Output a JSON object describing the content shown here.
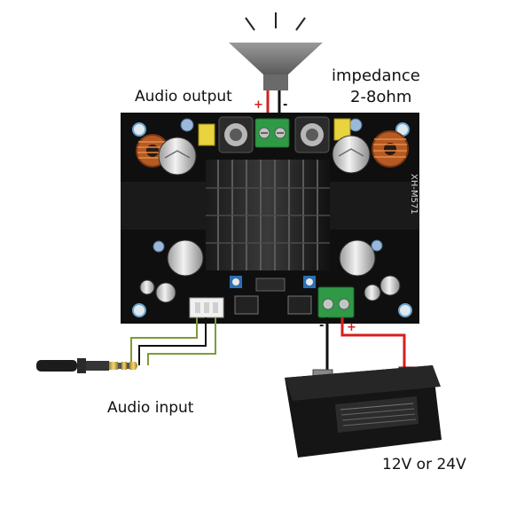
{
  "labels": {
    "audio_output": "Audio output",
    "impedance_line1": "impedance",
    "impedance_line2": "2-8ohm",
    "audio_input": "Audio input",
    "supply_voltage": "12V or 24V"
  },
  "board": {
    "model": "XH-M571"
  },
  "polarity": {
    "output_plus": "+",
    "output_minus": "-",
    "power_minus": "-",
    "power_plus": "+"
  },
  "colors": {
    "positive_wire": "#d51f1f",
    "negative_wire": "#111111",
    "signal_wire_green": "#7d9b3a",
    "terminal_green": "#2f9a46",
    "pcb": "#0f0f0f",
    "battery": "#151515"
  }
}
